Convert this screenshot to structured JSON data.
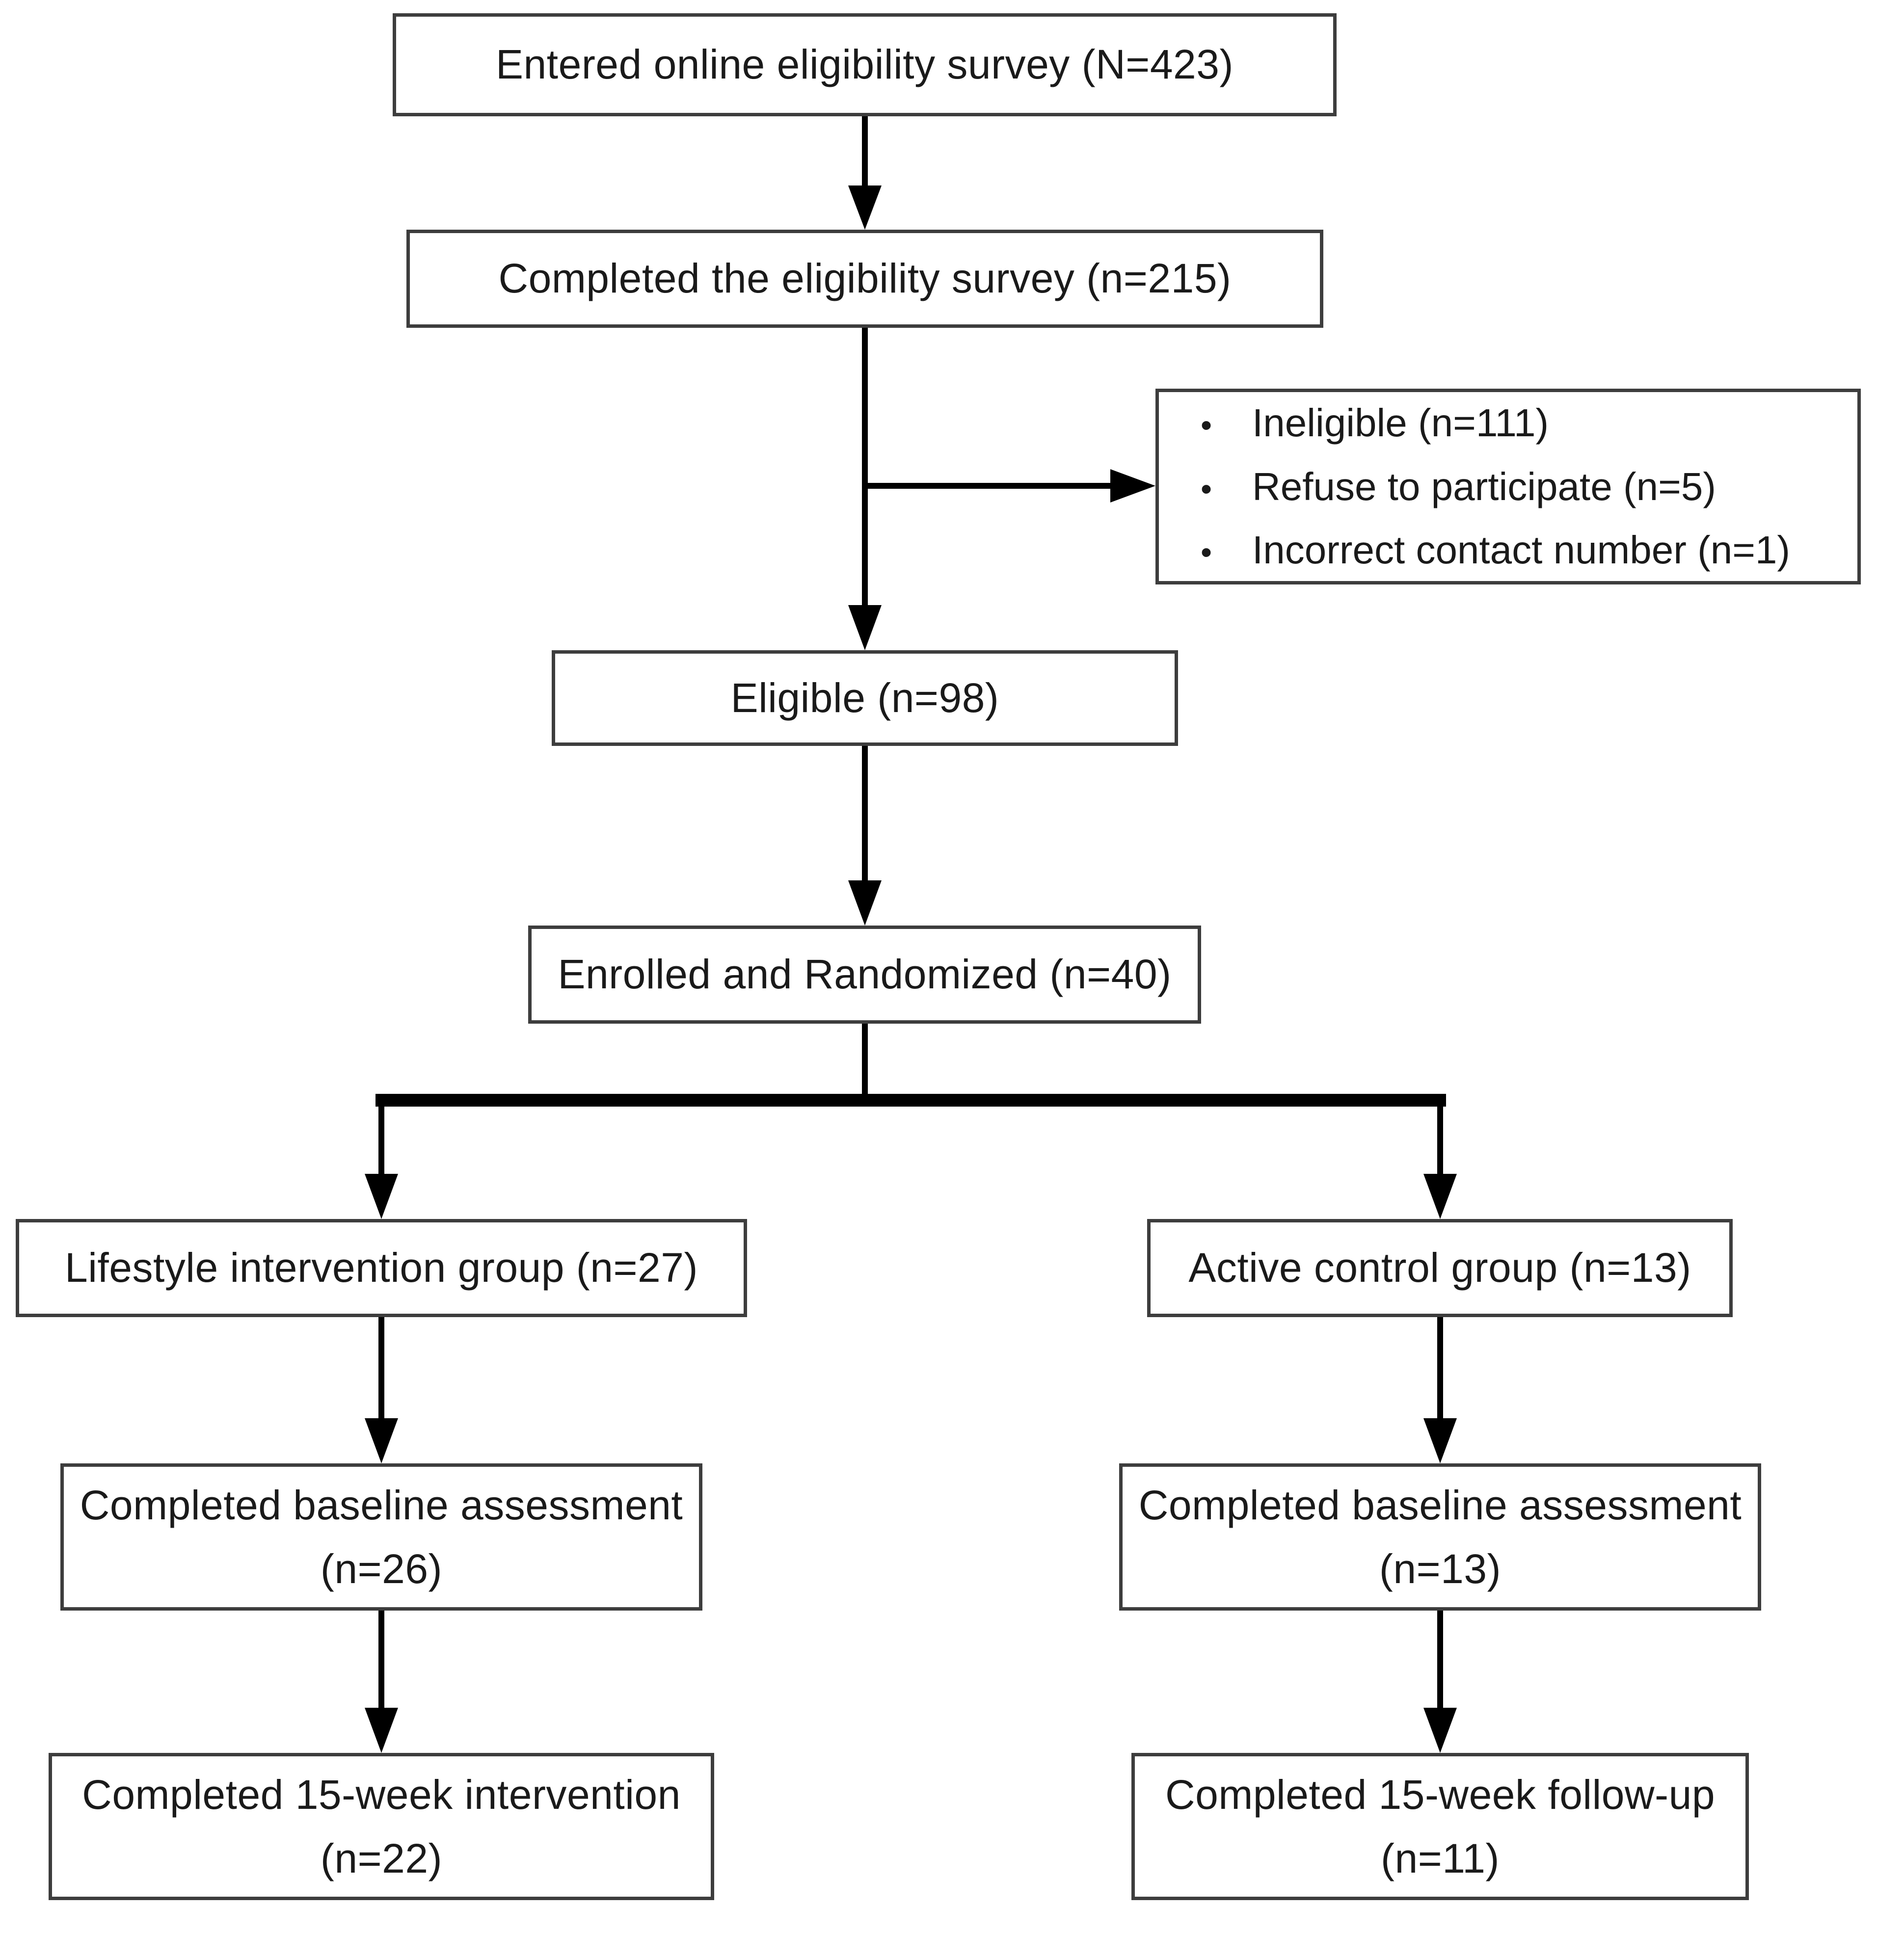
{
  "diagram": {
    "type": "consort-flowchart",
    "colors": {
      "box_border": "#3d3d3d",
      "connector_line": "#000000",
      "text": "#1a1a1a",
      "background": "#ffffff"
    },
    "nodes": {
      "entered": {
        "label": "Entered online eligibility survey (N=423)"
      },
      "completed_survey": {
        "label": "Completed the eligibility survey (n=215)"
      },
      "excluded": {
        "bullet": "•",
        "items": [
          "Ineligible (n=111)",
          "Refuse to participate (n=5)",
          "Incorrect contact number (n=1)"
        ]
      },
      "eligible": {
        "label": "Eligible (n=98)"
      },
      "enrolled": {
        "label": "Enrolled and Randomized (n=40)"
      },
      "intervention_group": {
        "label": "Lifestyle intervention group (n=27)"
      },
      "control_group": {
        "label": "Active control group (n=13)"
      },
      "intervention_baseline": {
        "line1": "Completed baseline assessment",
        "line2": "(n=26)"
      },
      "control_baseline": {
        "line1": "Completed baseline assessment",
        "line2": "(n=13)"
      },
      "intervention_complete": {
        "line1": "Completed 15-week intervention",
        "line2": "(n=22)"
      },
      "control_complete": {
        "line1": "Completed 15-week follow-up",
        "line2": "(n=11)"
      }
    }
  }
}
